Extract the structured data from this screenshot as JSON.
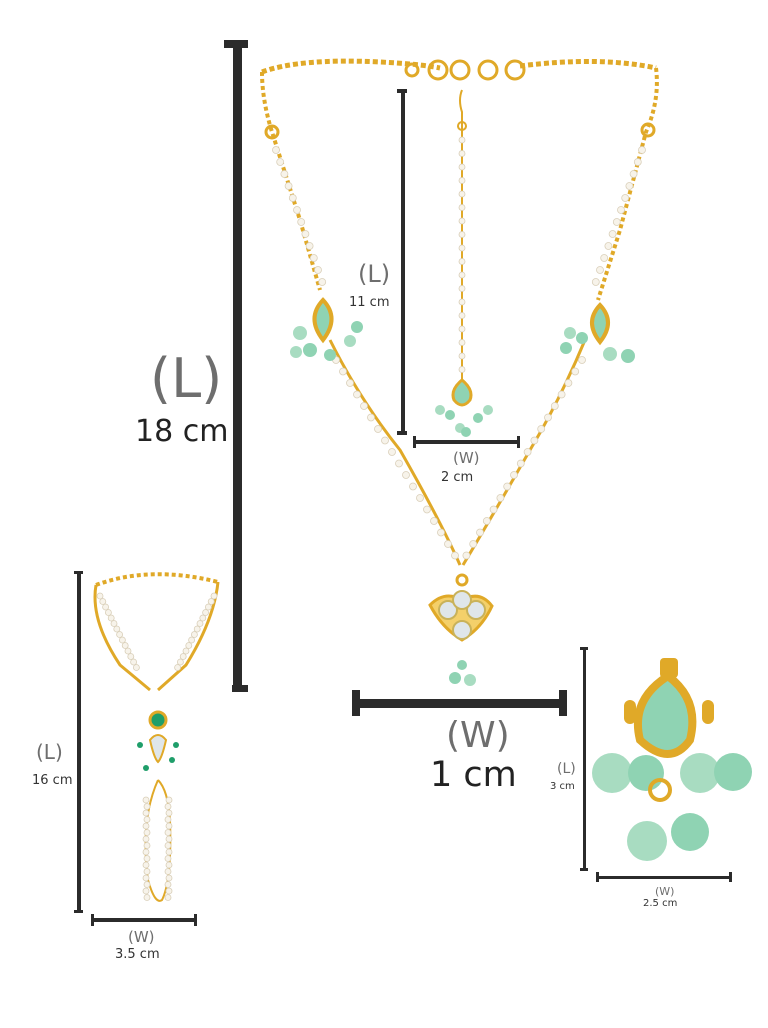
{
  "image": {
    "description_icons": [
      "necklace-image",
      "maang-tikka-image",
      "hand-harness-image",
      "drop-closeup-image"
    ],
    "colors": {
      "gold": "#e0a928",
      "gold_light": "#f4d06a",
      "pearl": "#f7f3ea",
      "mint_stone": "#8fd3b3",
      "emerald": "#1f9e6a",
      "kundan": "#dfe6ea",
      "measure_line": "#2b2b2b"
    }
  },
  "measurements": {
    "necklace": {
      "length_label": "(L)",
      "length_value": "18 cm",
      "width_label": "(W)",
      "width_value": "1 cm"
    },
    "tikka": {
      "length_label": "(L)",
      "length_value": "11 cm",
      "width_label": "(W)",
      "width_value": "2 cm"
    },
    "hand_harness": {
      "length_label": "(L)",
      "length_value": "16 cm",
      "width_label": "(W)",
      "width_value": "3.5 cm"
    },
    "drop": {
      "length_label": "(L)",
      "length_value": "3 cm",
      "width_label": "(W)",
      "width_value": "2.5 cm"
    }
  }
}
